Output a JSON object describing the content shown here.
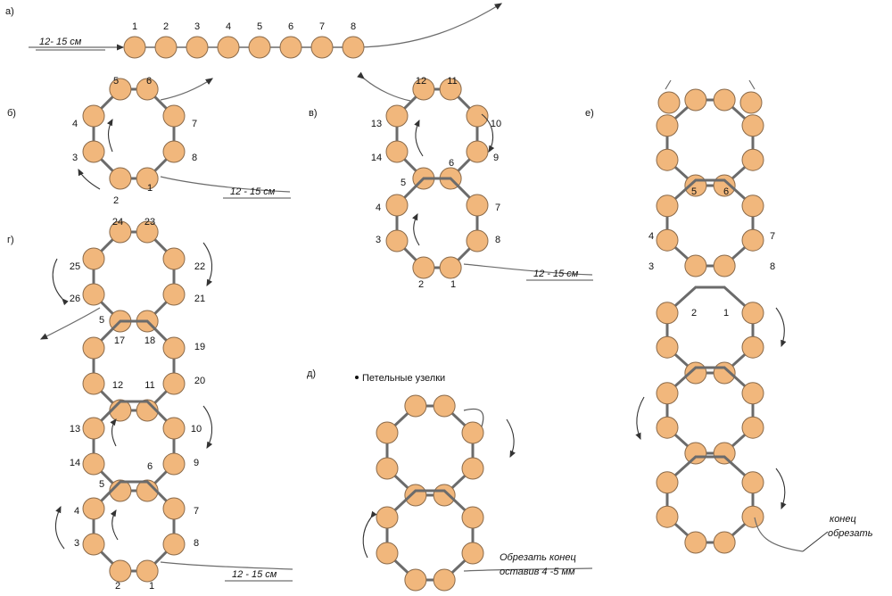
{
  "colors": {
    "bead_fill": "#f1b77c",
    "bead_stroke": "#8a6a4a",
    "thread": "#6b6b6b",
    "text": "#111111"
  },
  "labels": {
    "a": "а)",
    "b": "б)",
    "v": "в)",
    "g": "г)",
    "d": "д)",
    "e": "е)"
  },
  "notes": {
    "tail_length": "12- 15 см",
    "tail_length_spaced": "12 - 15 см",
    "legend_knots": "Петельные узелки",
    "cut_end_line1": "Обрезать конец",
    "cut_end_line2": "оставив 4 -5 мм",
    "end_line1": "конец",
    "end_line2": "обрезать"
  },
  "bead_numbers": {
    "a": [
      "1",
      "2",
      "3",
      "4",
      "5",
      "6",
      "7",
      "8"
    ],
    "b": [
      "1",
      "2",
      "3",
      "4",
      "5",
      "6",
      "7",
      "8"
    ],
    "v": [
      "1",
      "2",
      "3",
      "4",
      "5",
      "6",
      "7",
      "8",
      "9",
      "10",
      "11",
      "12",
      "13",
      "14"
    ],
    "g": [
      "1",
      "2",
      "3",
      "4",
      "5",
      "6",
      "7",
      "8",
      "9",
      "10",
      "11",
      "12",
      "13",
      "14",
      "17",
      "18",
      "19",
      "20",
      "21",
      "22",
      "23",
      "24",
      "25",
      "26"
    ],
    "e": [
      "1",
      "2",
      "3",
      "4",
      "5",
      "6",
      "7",
      "8"
    ]
  }
}
